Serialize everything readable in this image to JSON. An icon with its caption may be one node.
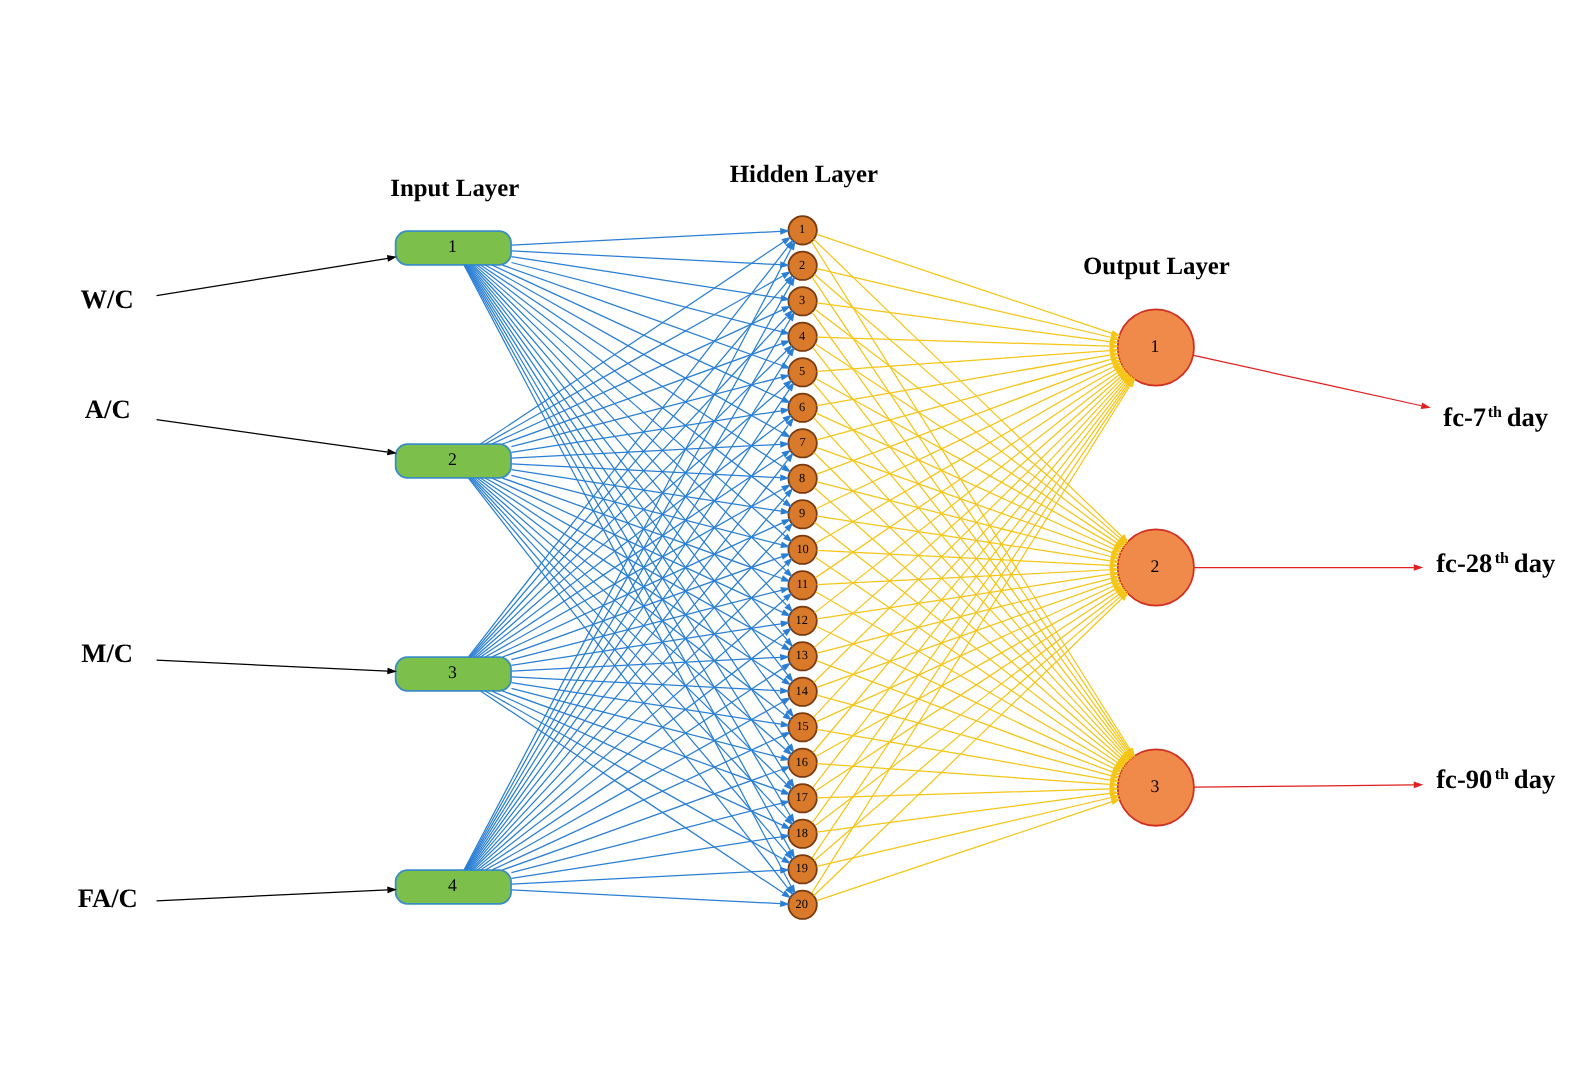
{
  "diagram": {
    "nodes": [
      {
        "text": [
          "W/C"
        ]
      },
      {
        "text": [
          "A/C"
        ]
      },
      {
        "text": [
          "M/C"
        ]
      },
      {
        "text": [
          "FA/C"
        ]
      },
      {
        "text": [
          "1"
        ]
      },
      {
        "text": [
          "2"
        ]
      },
      {
        "text": [
          "3"
        ]
      },
      {
        "text": [
          "4"
        ]
      },
      {
        "text": [
          "1"
        ]
      },
      {
        "text": [
          "2"
        ]
      },
      {
        "text": [
          "3"
        ]
      },
      {
        "text": [
          "4"
        ]
      },
      {
        "text": [
          "5"
        ]
      },
      {
        "text": [
          "6"
        ]
      },
      {
        "text": [
          "7"
        ]
      },
      {
        "text": [
          "8"
        ]
      },
      {
        "text": [
          "9"
        ]
      },
      {
        "text": [
          "10"
        ]
      },
      {
        "text": [
          "11"
        ]
      },
      {
        "text": [
          "12"
        ]
      },
      {
        "text": [
          "13"
        ]
      },
      {
        "text": [
          "14"
        ]
      },
      {
        "text": [
          "15"
        ]
      },
      {
        "text": [
          "16"
        ]
      },
      {
        "text": [
          "17"
        ]
      },
      {
        "text": [
          "18"
        ]
      },
      {
        "text": [
          "19"
        ]
      },
      {
        "text": [
          "20"
        ]
      },
      {
        "text": [
          "1"
        ]
      },
      {
        "text": [
          "2"
        ]
      },
      {
        "text": [
          "3"
        ]
      },
      {
        "text": [
          "fc-7$^{th}$ day"
        ]
      },
      {
        "text": [
          "fc-28$^{th}$ day"
        ]
      },
      {
        "text": [
          "fc-90$^{th}$ day"
        ]
      }
    ],
    "edges": [
      {
        "from": 0,
        "to": 4,
        "arrow": "to",
        "color": "#000000"
      },
      {
        "from": 1,
        "to": 5,
        "arrow": "to",
        "color": "#000000"
      },
      {
        "from": 2,
        "to": 6,
        "arrow": "to",
        "color": "#000000"
      },
      {
        "from": 3,
        "to": 7,
        "arrow": "to",
        "color": "#000000"
      },
      {
        "from": 4,
        "to": 8,
        "arrow": "to"
      },
      {
        "from": 4,
        "to": 9,
        "arrow": "to"
      },
      {
        "from": 4,
        "to": 10,
        "arrow": "to"
      },
      {
        "from": 4,
        "to": 11,
        "arrow": "to"
      },
      {
        "from": 4,
        "to": 12,
        "arrow": "to"
      },
      {
        "from": 4,
        "to": 13,
        "arrow": "to"
      },
      {
        "from": 4,
        "to": 14,
        "arrow": "to"
      },
      {
        "from": 4,
        "to": 15,
        "arrow": "to"
      },
      {
        "from": 4,
        "to": 16,
        "arrow": "to"
      },
      {
        "from": 4,
        "to": 17,
        "arrow": "to"
      },
      {
        "from": 4,
        "to": 18,
        "arrow": "to"
      },
      {
        "from": 4,
        "to": 19,
        "arrow": "to"
      },
      {
        "from": 4,
        "to": 20,
        "arrow": "to"
      },
      {
        "from": 4,
        "to": 21,
        "arrow": "to"
      },
      {
        "from": 4,
        "to": 22,
        "arrow": "to"
      },
      {
        "from": 4,
        "to": 23,
        "arrow": "to"
      },
      {
        "from": 4,
        "to": 24,
        "arrow": "to"
      },
      {
        "from": 4,
        "to": 25,
        "arrow": "to"
      },
      {
        "from": 4,
        "to": 26,
        "arrow": "to"
      },
      {
        "from": 4,
        "to": 27,
        "arrow": "to"
      },
      {
        "from": 5,
        "to": 8,
        "arrow": "to"
      },
      {
        "from": 5,
        "to": 9,
        "arrow": "to"
      },
      {
        "from": 5,
        "to": 10,
        "arrow": "to"
      },
      {
        "from": 5,
        "to": 11,
        "arrow": "to"
      },
      {
        "from": 5,
        "to": 12,
        "arrow": "to"
      },
      {
        "from": 5,
        "to": 13,
        "arrow": "to"
      },
      {
        "from": 5,
        "to": 14,
        "arrow": "to"
      },
      {
        "from": 5,
        "to": 15,
        "arrow": "to"
      },
      {
        "from": 5,
        "to": 16,
        "arrow": "to"
      },
      {
        "from": 5,
        "to": 17,
        "arrow": "to"
      },
      {
        "from": 5,
        "to": 18,
        "arrow": "to"
      },
      {
        "from": 5,
        "to": 19,
        "arrow": "to"
      },
      {
        "from": 5,
        "to": 20,
        "arrow": "to"
      },
      {
        "from": 5,
        "to": 21,
        "arrow": "to"
      },
      {
        "from": 5,
        "to": 22,
        "arrow": "to"
      },
      {
        "from": 5,
        "to": 23,
        "arrow": "to"
      },
      {
        "from": 5,
        "to": 24,
        "arrow": "to"
      },
      {
        "from": 5,
        "to": 25,
        "arrow": "to"
      },
      {
        "from": 5,
        "to": 26,
        "arrow": "to"
      },
      {
        "from": 5,
        "to": 27,
        "arrow": "to"
      },
      {
        "from": 6,
        "to": 8,
        "arrow": "to"
      },
      {
        "from": 6,
        "to": 9,
        "arrow": "to"
      },
      {
        "from": 6,
        "to": 10,
        "arrow": "to"
      },
      {
        "from": 6,
        "to": 11,
        "arrow": "to"
      },
      {
        "from": 6,
        "to": 12,
        "arrow": "to"
      },
      {
        "from": 6,
        "to": 13,
        "arrow": "to"
      },
      {
        "from": 6,
        "to": 14,
        "arrow": "to"
      },
      {
        "from": 6,
        "to": 15,
        "arrow": "to"
      },
      {
        "from": 6,
        "to": 16,
        "arrow": "to"
      },
      {
        "from": 6,
        "to": 17,
        "arrow": "to"
      },
      {
        "from": 6,
        "to": 18,
        "arrow": "to"
      },
      {
        "from": 6,
        "to": 19,
        "arrow": "to"
      },
      {
        "from": 6,
        "to": 20,
        "arrow": "to"
      },
      {
        "from": 6,
        "to": 21,
        "arrow": "to"
      },
      {
        "from": 6,
        "to": 22,
        "arrow": "to"
      },
      {
        "from": 6,
        "to": 23,
        "arrow": "to"
      },
      {
        "from": 6,
        "to": 24,
        "arrow": "to"
      },
      {
        "from": 6,
        "to": 25,
        "arrow": "to"
      },
      {
        "from": 6,
        "to": 26,
        "arrow": "to"
      },
      {
        "from": 6,
        "to": 27,
        "arrow": "to"
      },
      {
        "from": 7,
        "to": 8,
        "arrow": "to"
      },
      {
        "from": 7,
        "to": 9,
        "arrow": "to"
      },
      {
        "from": 7,
        "to": 10,
        "arrow": "to"
      },
      {
        "from": 7,
        "to": 11,
        "arrow": "to"
      },
      {
        "from": 7,
        "to": 12,
        "arrow": "to"
      },
      {
        "from": 7,
        "to": 13,
        "arrow": "to"
      },
      {
        "from": 7,
        "to": 14,
        "arrow": "to"
      },
      {
        "from": 7,
        "to": 15,
        "arrow": "to"
      },
      {
        "from": 7,
        "to": 16,
        "arrow": "to"
      },
      {
        "from": 7,
        "to": 17,
        "arrow": "to"
      },
      {
        "from": 7,
        "to": 18,
        "arrow": "to"
      },
      {
        "from": 7,
        "to": 19,
        "arrow": "to"
      },
      {
        "from": 7,
        "to": 20,
        "arrow": "to"
      },
      {
        "from": 7,
        "to": 21,
        "arrow": "to"
      },
      {
        "from": 7,
        "to": 22,
        "arrow": "to"
      },
      {
        "from": 7,
        "to": 23,
        "arrow": "to"
      },
      {
        "from": 7,
        "to": 24,
        "arrow": "to"
      },
      {
        "from": 7,
        "to": 25,
        "arrow": "to"
      },
      {
        "from": 7,
        "to": 26,
        "arrow": "to"
      },
      {
        "from": 7,
        "to": 27,
        "arrow": "to"
      },
      {
        "from": 8,
        "to": 28,
        "arrow": "to",
        "color": "#f5c518"
      },
      {
        "from": 8,
        "to": 29,
        "arrow": "to",
        "color": "#f5c518"
      },
      {
        "from": 8,
        "to": 30,
        "arrow": "to",
        "color": "#f5c518"
      },
      {
        "from": 9,
        "to": 28,
        "arrow": "to",
        "color": "#f5c518"
      },
      {
        "from": 9,
        "to": 29,
        "arrow": "to",
        "color": "#f5c518"
      },
      {
        "from": 9,
        "to": 30,
        "arrow": "to",
        "color": "#f5c518"
      },
      {
        "from": 10,
        "to": 28,
        "arrow": "to",
        "color": "#f5c518"
      },
      {
        "from": 10,
        "to": 29,
        "arrow": "to",
        "color": "#f5c518"
      },
      {
        "from": 10,
        "to": 30,
        "arrow": "to",
        "color": "#f5c518"
      },
      {
        "from": 11,
        "to": 28,
        "arrow": "to",
        "color": "#f5c518"
      },
      {
        "from": 11,
        "to": 29,
        "arrow": "to",
        "color": "#f5c518"
      },
      {
        "from": 11,
        "to": 30,
        "arrow": "to",
        "color": "#f5c518"
      },
      {
        "from": 12,
        "to": 28,
        "arrow": "to",
        "color": "#f5c518"
      },
      {
        "from": 12,
        "to": 29,
        "arrow": "to",
        "color": "#f5c518"
      },
      {
        "from": 12,
        "to": 30,
        "arrow": "to",
        "color": "#f5c518"
      },
      {
        "from": 13,
        "to": 28,
        "arrow": "to",
        "color": "#f5c518"
      },
      {
        "from": 13,
        "to": 29,
        "arrow": "to",
        "color": "#f5c518"
      },
      {
        "from": 13,
        "to": 30,
        "arrow": "to",
        "color": "#f5c518"
      },
      {
        "from": 14,
        "to": 28,
        "arrow": "to",
        "color": "#f5c518"
      },
      {
        "from": 14,
        "to": 29,
        "arrow": "to",
        "color": "#f5c518"
      },
      {
        "from": 14,
        "to": 30,
        "arrow": "to",
        "color": "#f5c518"
      },
      {
        "from": 15,
        "to": 28,
        "arrow": "to",
        "color": "#f5c518"
      },
      {
        "from": 15,
        "to": 29,
        "arrow": "to",
        "color": "#f5c518"
      },
      {
        "from": 15,
        "to": 30,
        "arrow": "to",
        "color": "#f5c518"
      },
      {
        "from": 16,
        "to": 28,
        "arrow": "to",
        "color": "#f5c518"
      },
      {
        "from": 16,
        "to": 29,
        "arrow": "to",
        "color": "#f5c518"
      },
      {
        "from": 16,
        "to": 30,
        "arrow": "to",
        "color": "#f5c518"
      },
      {
        "from": 17,
        "to": 28,
        "arrow": "to",
        "color": "#f5c518"
      },
      {
        "from": 17,
        "to": 29,
        "arrow": "to",
        "color": "#f5c518"
      },
      {
        "from": 17,
        "to": 30,
        "arrow": "to",
        "color": "#f5c518"
      },
      {
        "from": 18,
        "to": 28,
        "arrow": "to",
        "color": "#f5c518"
      },
      {
        "from": 18,
        "to": 29,
        "arrow": "to",
        "color": "#f5c518"
      },
      {
        "from": 18,
        "to": 30,
        "arrow": "to",
        "color": "#f5c518"
      },
      {
        "from": 19,
        "to": 28,
        "arrow": "to",
        "color": "#f5c518"
      },
      {
        "from": 19,
        "to": 29,
        "arrow": "to",
        "color": "#f5c518"
      },
      {
        "from": 19,
        "to": 30,
        "arrow": "to",
        "color": "#f5c518"
      },
      {
        "from": 20,
        "to": 28,
        "arrow": "to",
        "color": "#f5c518"
      },
      {
        "from": 20,
        "to": 29,
        "arrow": "to",
        "color": "#f5c518"
      },
      {
        "from": 20,
        "to": 30,
        "arrow": "to",
        "color": "#f5c518"
      },
      {
        "from": 21,
        "to": 28,
        "arrow": "to",
        "color": "#f5c518"
      },
      {
        "from": 21,
        "to": 29,
        "arrow": "to",
        "color": "#f5c518"
      },
      {
        "from": 21,
        "to": 30,
        "arrow": "to",
        "color": "#f5c518"
      },
      {
        "from": 22,
        "to": 28,
        "arrow": "to",
        "color": "#f5c518"
      },
      {
        "from": 22,
        "to": 29,
        "arrow": "to",
        "color": "#f5c518"
      },
      {
        "from": 22,
        "to": 30,
        "arrow": "to",
        "color": "#f5c518"
      },
      {
        "from": 23,
        "to": 28,
        "arrow": "to",
        "color": "#f5c518"
      },
      {
        "from": 23,
        "to": 29,
        "arrow": "to",
        "color": "#f5c518"
      },
      {
        "from": 23,
        "to": 30,
        "arrow": "to",
        "color": "#f5c518"
      },
      {
        "from": 24,
        "to": 28,
        "arrow": "to",
        "color": "#f5c518"
      },
      {
        "from": 24,
        "to": 29,
        "arrow": "to",
        "color": "#f5c518"
      },
      {
        "from": 24,
        "to": 30,
        "arrow": "to",
        "color": "#f5c518"
      },
      {
        "from": 25,
        "to": 28,
        "arrow": "to",
        "color": "#f5c518"
      },
      {
        "from": 25,
        "to": 29,
        "arrow": "to",
        "color": "#f5c518"
      },
      {
        "from": 25,
        "to": 30,
        "arrow": "to",
        "color": "#f5c518"
      },
      {
        "from": 26,
        "to": 28,
        "arrow": "to",
        "color": "#f5c518"
      },
      {
        "from": 26,
        "to": 29,
        "arrow": "to",
        "color": "#f5c518"
      },
      {
        "from": 26,
        "to": 30,
        "arrow": "to",
        "color": "#f5c518"
      },
      {
        "from": 27,
        "to": 28,
        "arrow": "to",
        "color": "#f5c518"
      },
      {
        "from": 27,
        "to": 29,
        "arrow": "to",
        "color": "#f5c518"
      },
      {
        "from": 27,
        "to": 30,
        "arrow": "to",
        "color": "#f5c518"
      },
      {
        "from": 28,
        "to": 31,
        "arrow": "to",
        "color": "#e02020"
      },
      {
        "from": 29,
        "to": 32,
        "arrow": "to",
        "color": "#e02020"
      },
      {
        "from": 30,
        "to": 33,
        "arrow": "to",
        "color": "#e02020"
      }
    ],
    "labels": [
      "Input Layer",
      "Hidden Layer",
      "Output Layer"
    ]
  }
}
